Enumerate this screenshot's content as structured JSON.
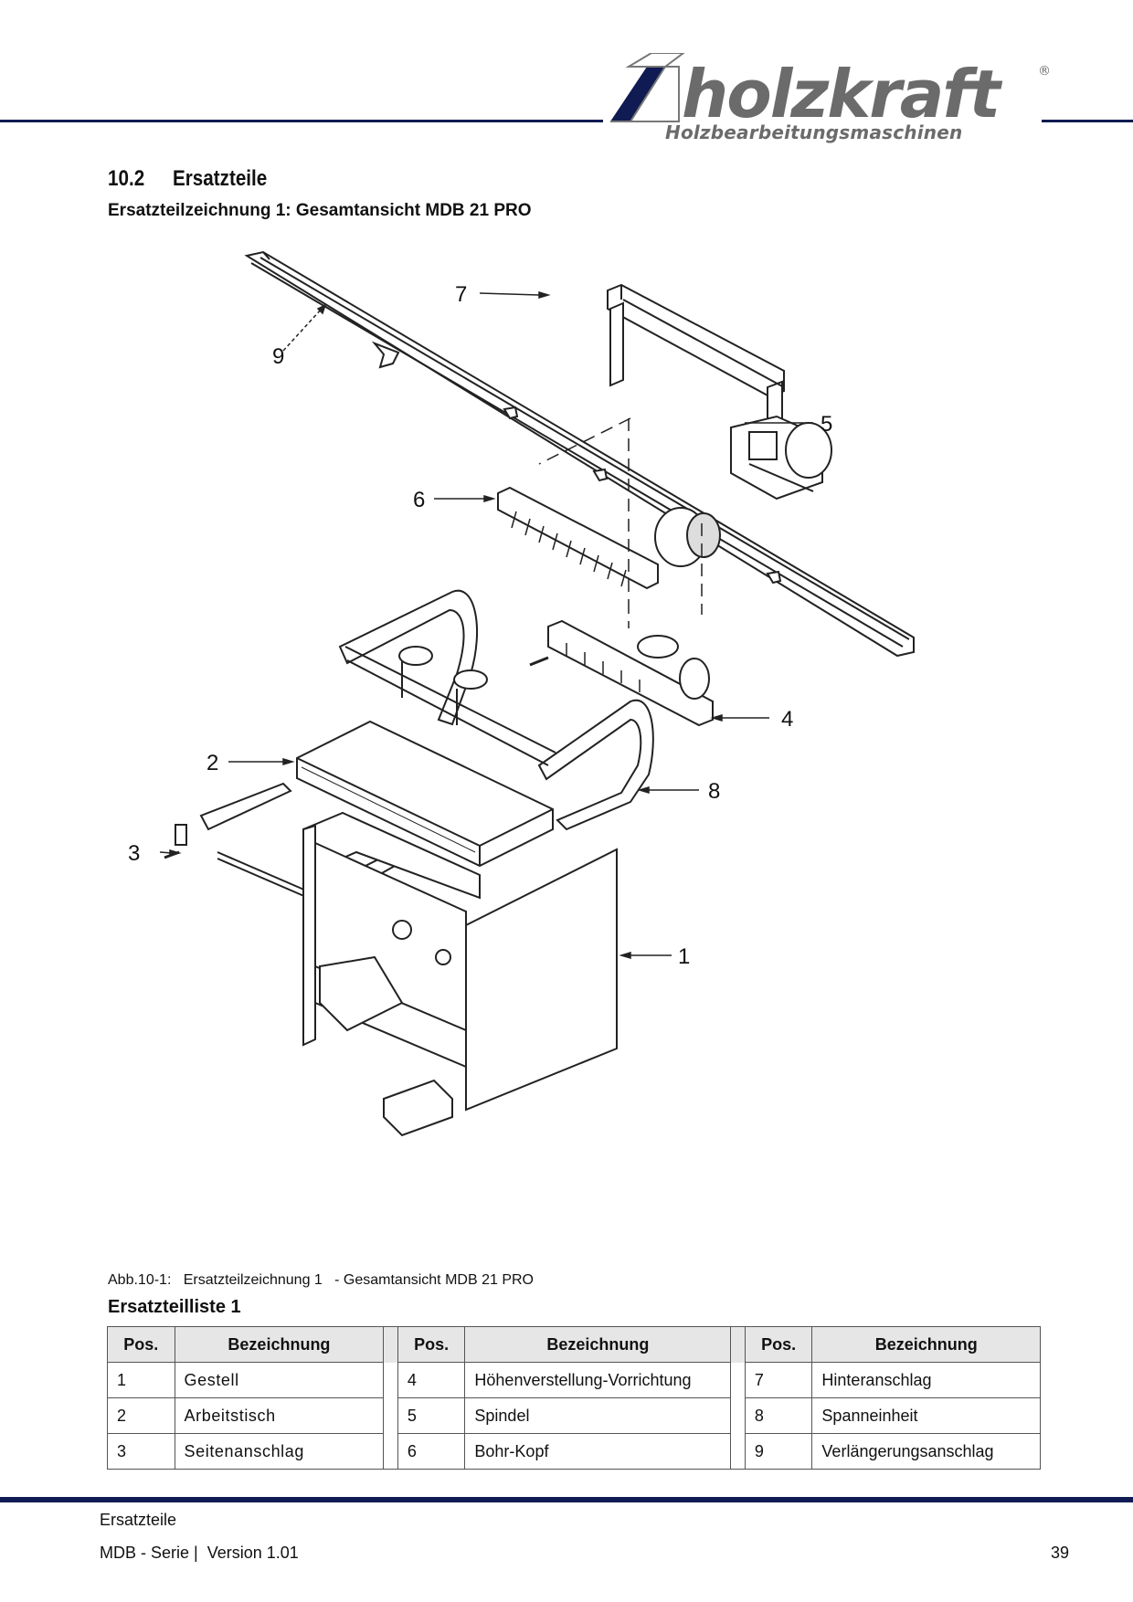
{
  "header": {
    "brand": "holzkraft",
    "registered": "®",
    "tagline": "Holzbearbeitungsmaschinen"
  },
  "section": {
    "number": "10.2",
    "title": "Ersatzteile"
  },
  "drawing_title": "Ersatzteilzeichnung 1: Gesamtansicht MDB 21 PRO",
  "callouts": [
    "1",
    "2",
    "3",
    "4",
    "5",
    "6",
    "7",
    "8",
    "9"
  ],
  "caption": "Abb.10-1:   Ersatzteilzeichnung 1   - Gesamtansicht MDB 21 PRO",
  "parts_list": {
    "title": "Ersatzteilliste 1",
    "headers": {
      "pos": "Pos.",
      "name": "Bezeichnung"
    },
    "rows": [
      [
        {
          "pos": "1",
          "name": "Gestell"
        },
        {
          "pos": "4",
          "name": "Höhenverstellung-Vorrichtung"
        },
        {
          "pos": "7",
          "name": "Hinteranschlag"
        }
      ],
      [
        {
          "pos": "2",
          "name": "Arbeitstisch"
        },
        {
          "pos": "5",
          "name": "Spindel"
        },
        {
          "pos": "8",
          "name": "Spanneinheit"
        }
      ],
      [
        {
          "pos": "3",
          "name": "Seitenanschlag"
        },
        {
          "pos": "6",
          "name": "Bohr-Kopf"
        },
        {
          "pos": "9",
          "name": "Verlängerungsanschlag"
        }
      ]
    ]
  },
  "footer": {
    "chapter": "Ersatzteile",
    "series": "MDB - Serie |  Version 1.01",
    "page": "39"
  },
  "colors": {
    "navy": "#0f1b52",
    "logo_grey": "#6b6b6b"
  }
}
